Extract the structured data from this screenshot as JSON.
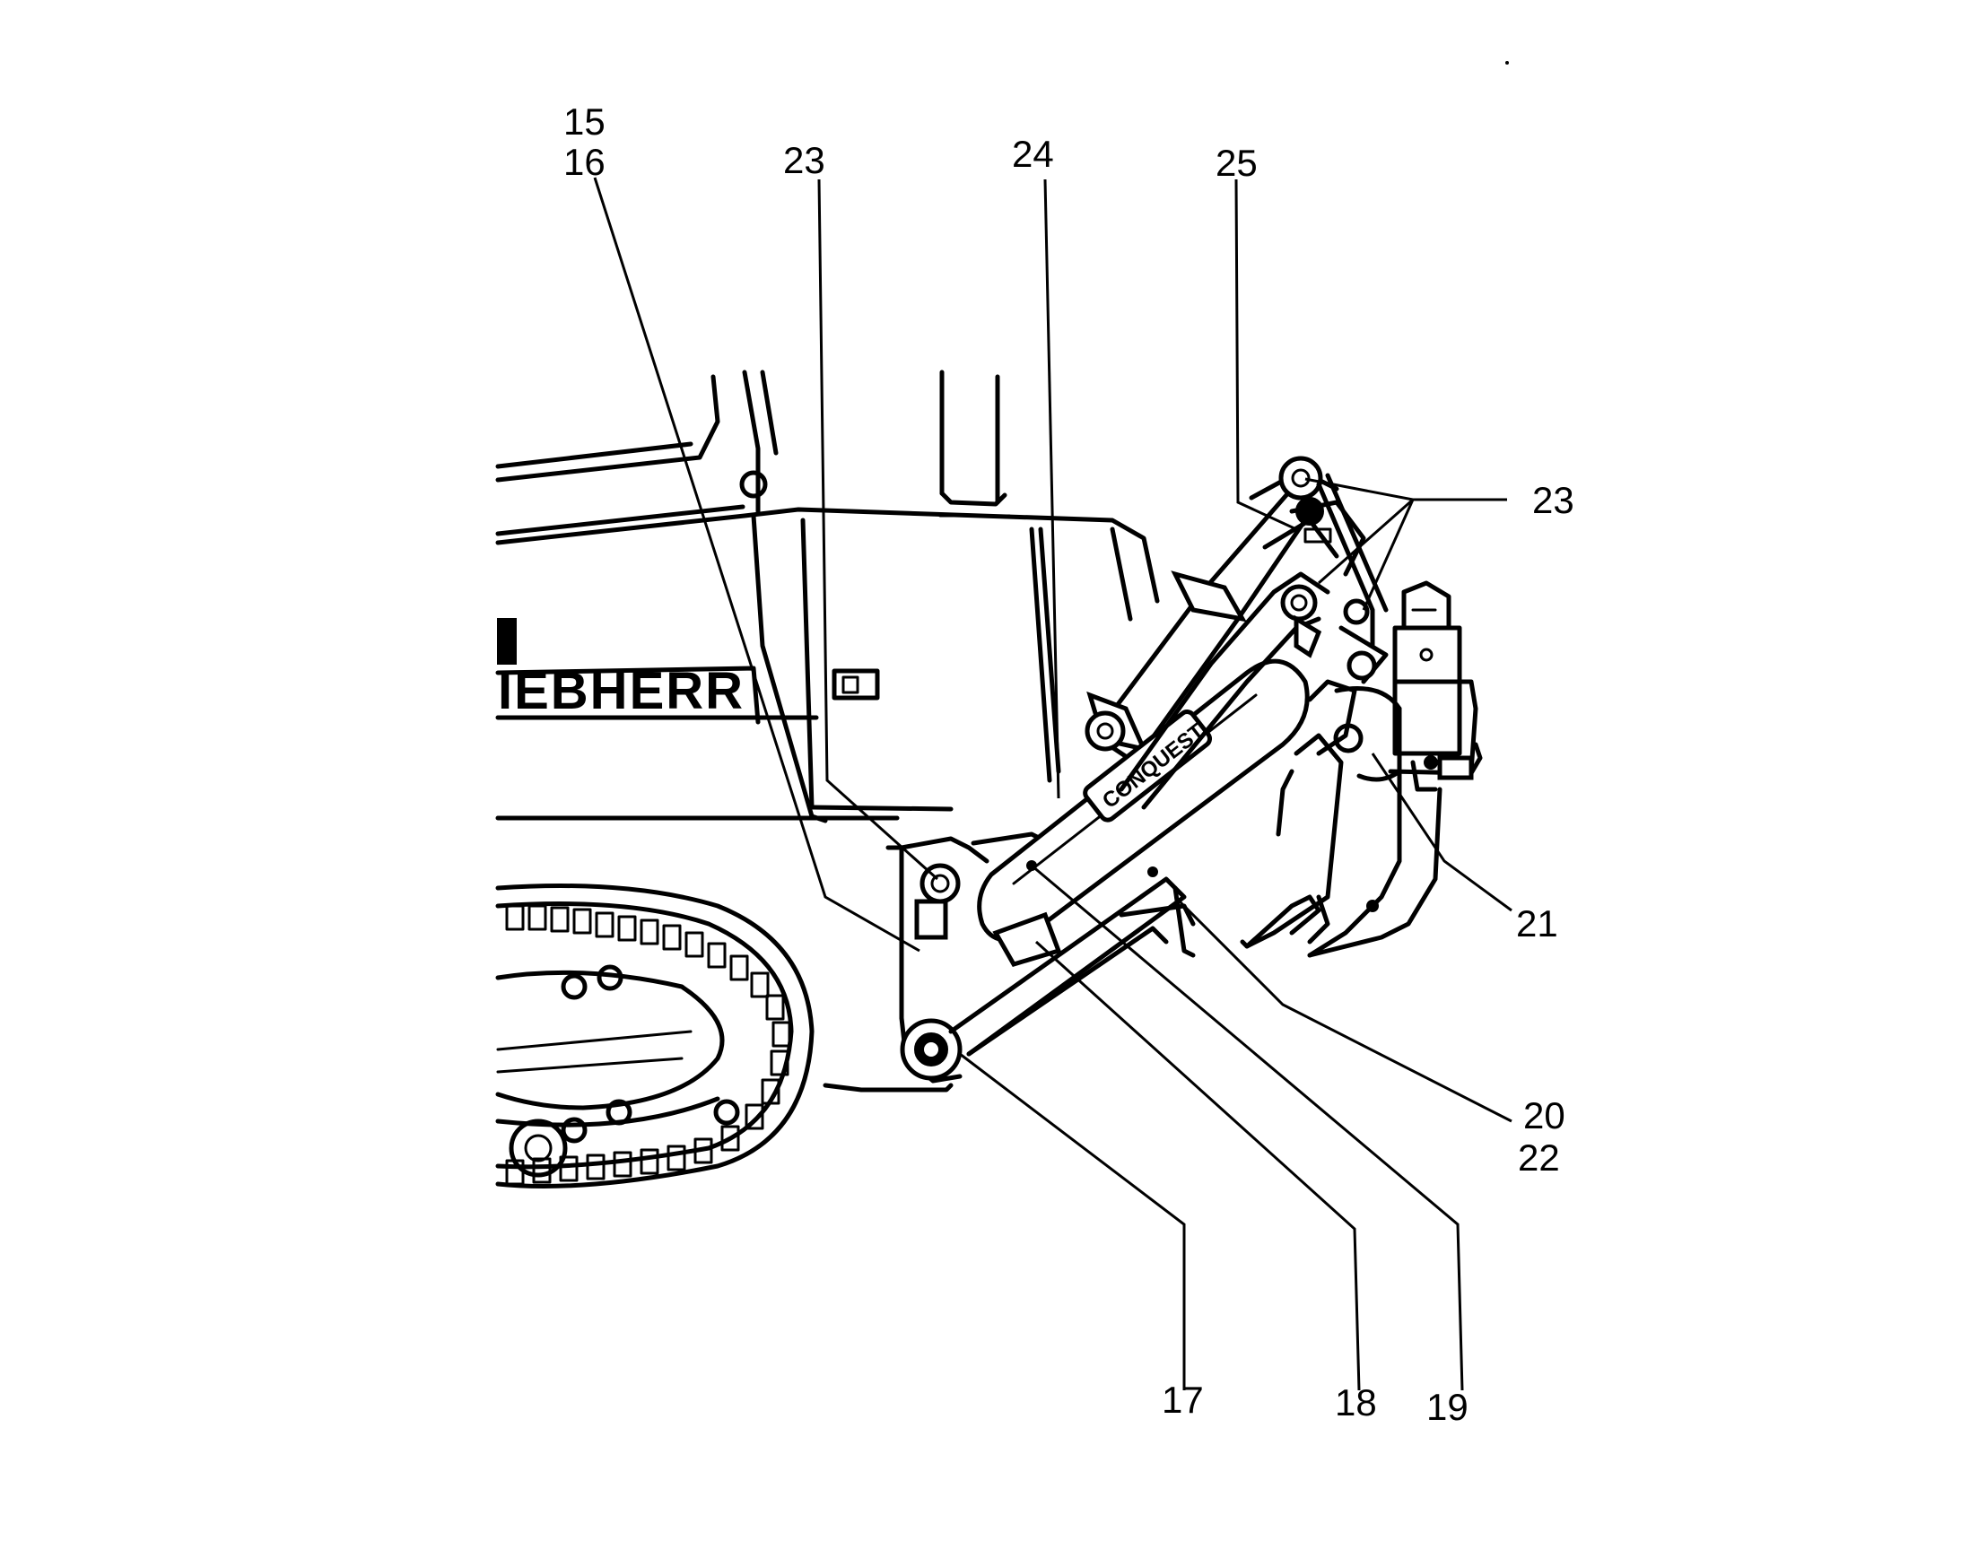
{
  "figure": {
    "labels": {
      "l15": "15",
      "l16": "16",
      "l23_top": "23",
      "l24": "24",
      "l25": "25",
      "l23_right": "23",
      "l21": "21",
      "l20": "20",
      "l22": "22",
      "l17": "17",
      "l18": "18",
      "l19": "19"
    },
    "machine_lettering": {
      "brand": "IEBHERR",
      "ripper_decal": "CONQUEST"
    }
  }
}
